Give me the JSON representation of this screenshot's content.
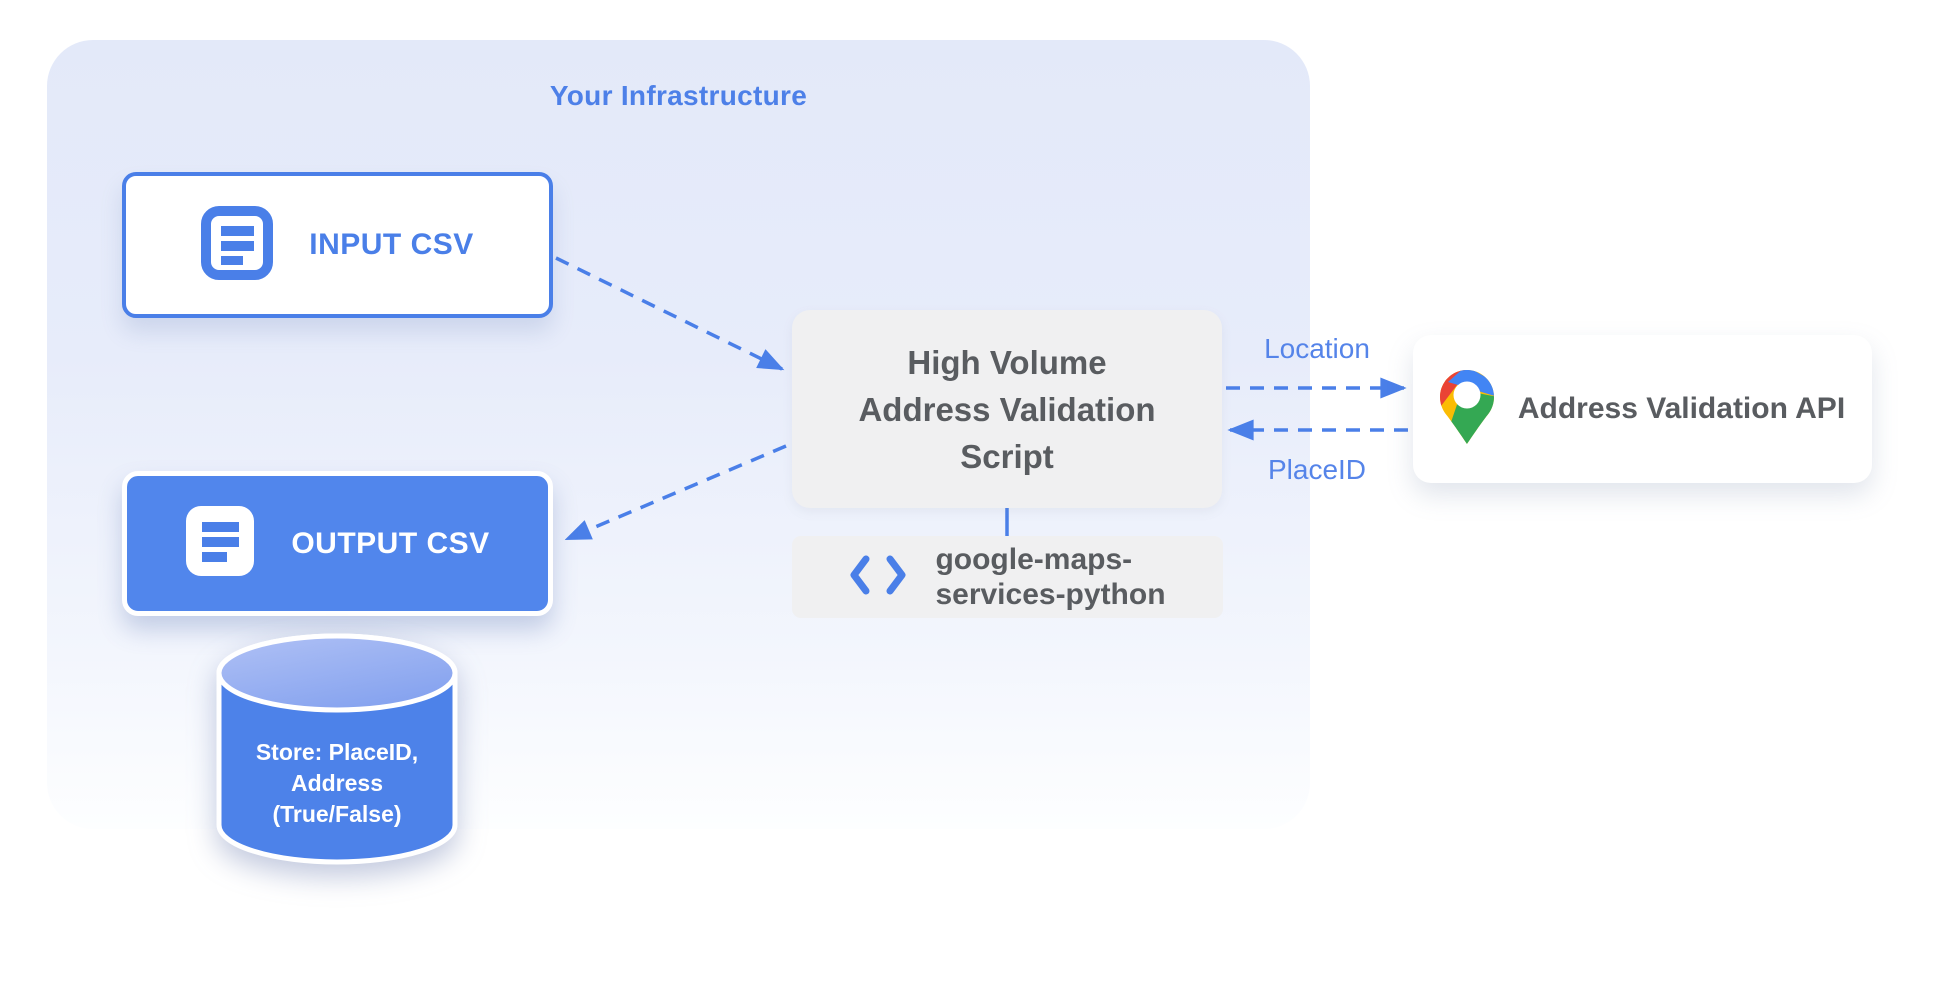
{
  "colors": {
    "accent_blue": "#4a7fe8",
    "edge_label_blue": "#5584e9",
    "container_top": "#e3e9f9",
    "container_bottom": "#fdfeff",
    "gray_box": "#f0f0f1",
    "dark_text": "#595c60",
    "output_fill": "#5186ec",
    "cylinder_body": "#4d82e9",
    "cylinder_top": "#8ea9ef",
    "maps_pin_blue": "#4285F4",
    "maps_pin_red": "#EA4335",
    "maps_pin_yellow": "#FBBC04",
    "maps_pin_green": "#34A853"
  },
  "container": {
    "title": "Your Infrastructure"
  },
  "nodes": {
    "input_csv": {
      "label": "INPUT CSV",
      "icon": "csv-document-icon"
    },
    "output_csv": {
      "label": "OUTPUT CSV",
      "icon": "csv-document-icon"
    },
    "datastore": {
      "lines": [
        "Store: PlaceID,",
        "Address",
        "(True/False)"
      ],
      "icon": "database-cylinder"
    },
    "script": {
      "lines": [
        "High Volume",
        "Address Validation",
        "Script"
      ]
    },
    "library": {
      "lines": [
        "google-maps-",
        "services-python"
      ],
      "icon": "code-brackets-icon"
    },
    "api": {
      "label": "Address Validation API",
      "icon": "google-maps-pin-icon"
    }
  },
  "edges": {
    "input_to_script": {
      "type": "dashed-arrow"
    },
    "script_to_output": {
      "type": "dashed-arrow"
    },
    "script_to_api": {
      "type": "dashed-arrow",
      "label": "Location"
    },
    "api_to_script": {
      "type": "dashed-arrow",
      "label": "PlaceID"
    },
    "script_to_library": {
      "type": "solid-line"
    }
  }
}
